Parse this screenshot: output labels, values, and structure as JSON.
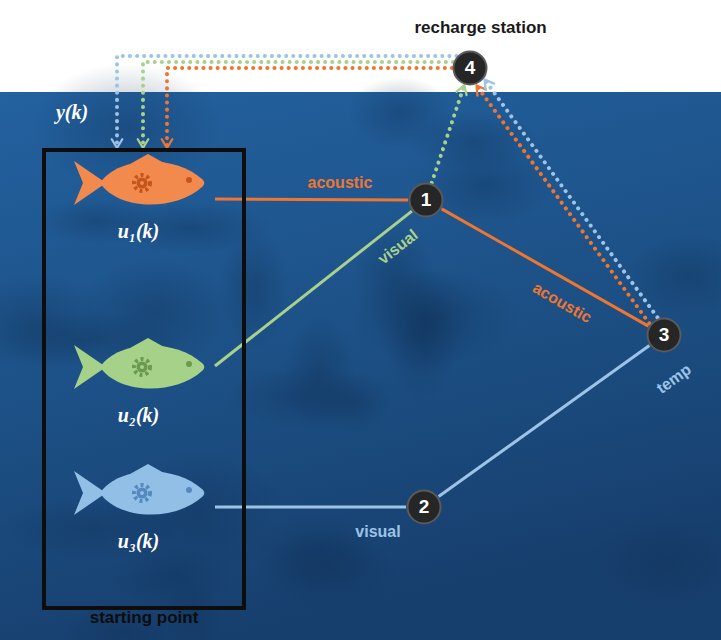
{
  "diagram": {
    "nodes": [
      {
        "text": [
          "starting point"
        ]
      },
      {
        "text": [
          "u₁(k)"
        ],
        "in": 0
      },
      {
        "text": [
          "u₂(k)"
        ],
        "in": 0
      },
      {
        "text": [
          "u₃(k)"
        ],
        "in": 0
      },
      {
        "text": [
          "1"
        ]
      },
      {
        "text": [
          "2"
        ]
      },
      {
        "text": [
          "3"
        ]
      },
      {
        "text": [
          "4",
          "recharge station"
        ]
      }
    ],
    "edges": [
      {
        "from": 1,
        "to": 4,
        "label": "acoustic",
        "arrow": "none"
      },
      {
        "from": 2,
        "to": 4,
        "label": "visual",
        "arrow": "none"
      },
      {
        "from": 3,
        "to": 5,
        "label": "visual",
        "arrow": "none"
      },
      {
        "from": 4,
        "to": 6,
        "label": "acoustic",
        "arrow": "none"
      },
      {
        "from": 5,
        "to": 6,
        "label": "temp",
        "arrow": "none"
      },
      {
        "from": 4,
        "to": 7,
        "arrow": "to"
      },
      {
        "from": 6,
        "to": 7,
        "arrow": "to"
      },
      {
        "from": 6,
        "to": 7,
        "arrow": "to"
      },
      {
        "from": 7,
        "to": 0,
        "arrow": "to"
      },
      {
        "from": 7,
        "to": 0,
        "arrow": "to"
      },
      {
        "from": 7,
        "to": 0,
        "arrow": "to"
      }
    ],
    "labels": [
      "y(k)"
    ]
  }
}
